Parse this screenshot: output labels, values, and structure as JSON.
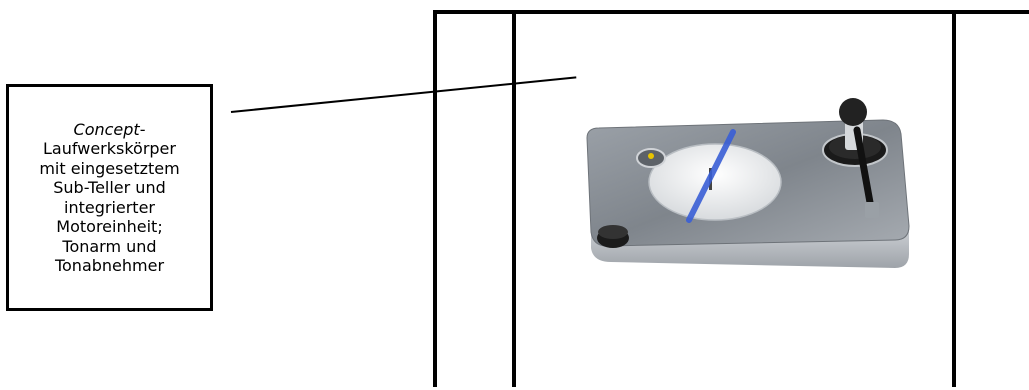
{
  "caption": {
    "emphasis": "Concept",
    "suffix": "-",
    "lines": [
      "Laufwerkskörper",
      "mit eingesetztem",
      "Sub-Teller und",
      "integrierter",
      "Motoreinheit;",
      "Tonarm und",
      "Tonabnehmer"
    ]
  },
  "illustration": {
    "subject": "turntable-render",
    "colors": {
      "plinth_top": "#8a8f96",
      "plinth_edge": "#c9ccd1",
      "platter": "#eef0f2",
      "blue_stripe": "#3a5fd6",
      "arm_base": "#1a1a1a",
      "counterweight": "#222222"
    }
  }
}
